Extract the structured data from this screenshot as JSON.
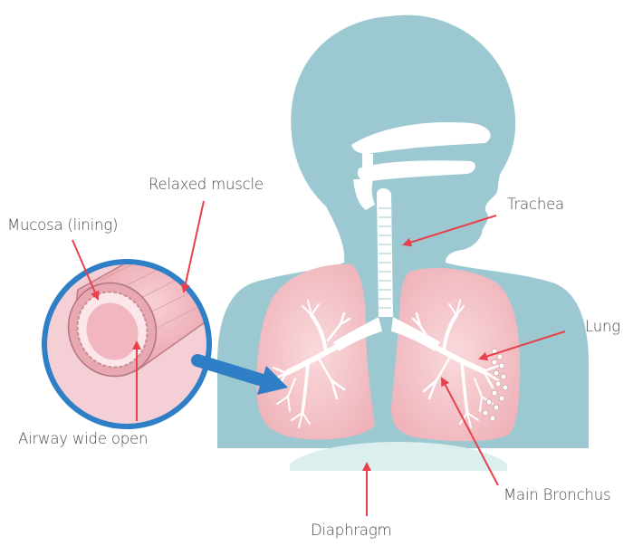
{
  "labels": {
    "relaxed_muscle": "Relaxed muscle",
    "mucosa": "Mucosa (lining)",
    "trachea": "Trachea",
    "lung": "Lung",
    "airway": "Airway wide open",
    "main_bronchus": "Main Bronchus",
    "diaphragm": "Diaphragm"
  },
  "colors": {
    "body": "#9cc9d1",
    "lung": "#f3c3c8",
    "airway_fill": "#ffffff",
    "arrow_red": "#e8414b",
    "callout_blue": "#2f7fc6",
    "diaphragm": "#dcefef"
  }
}
